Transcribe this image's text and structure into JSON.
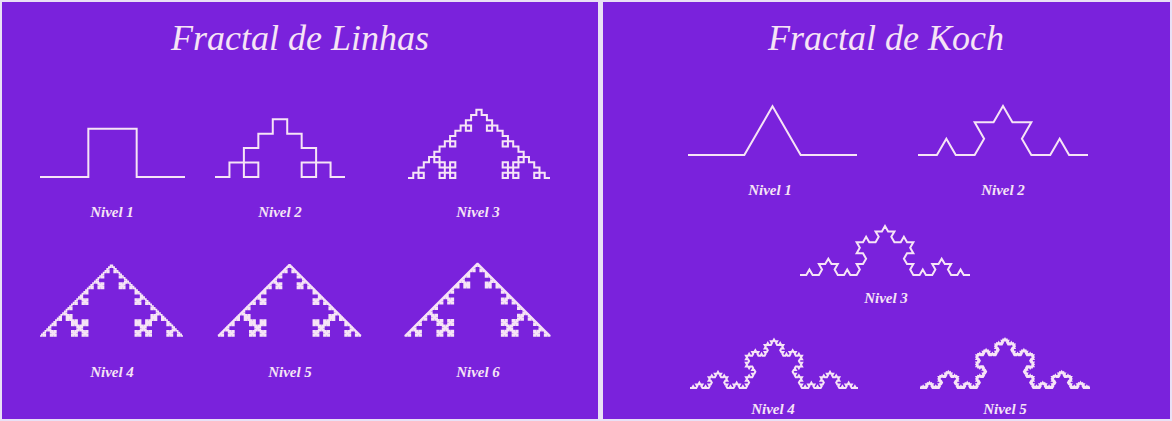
{
  "diagram": {
    "labels": [
      "Fractal de Linhas",
      "Nivel 1",
      "Nivel 2",
      "Nivel 3",
      "Nivel 4",
      "Nivel 5",
      "Nivel 6",
      "Fractal de Koch",
      "Nivel 1",
      "Nivel 2",
      "Nivel 3",
      "Nivel 4",
      "Nivel 5"
    ]
  }
}
